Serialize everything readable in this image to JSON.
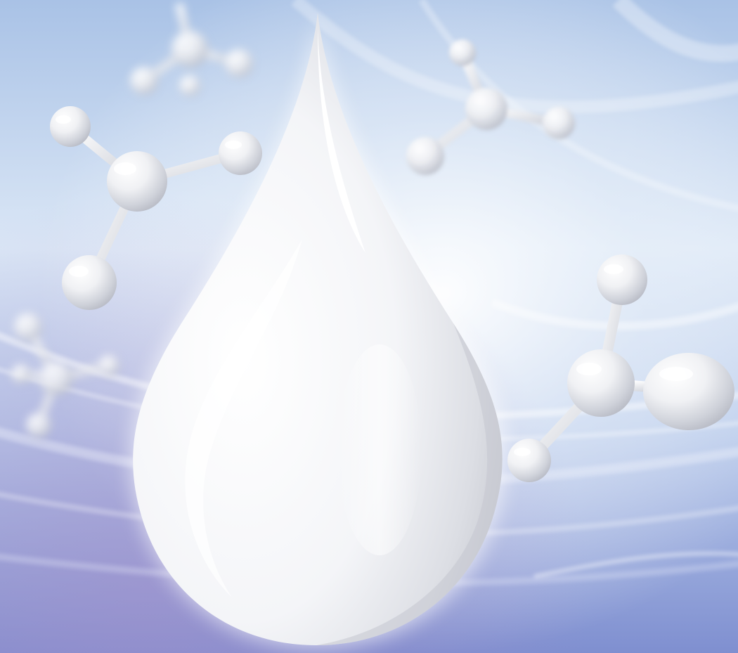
{
  "scene": {
    "subject": "milk-drop",
    "elements": [
      {
        "name": "milk-drop",
        "kind": "droplet"
      },
      {
        "name": "molecule-top-left-blurred",
        "kind": "molecule"
      },
      {
        "name": "molecule-top-right-blurred",
        "kind": "molecule"
      },
      {
        "name": "molecule-left",
        "kind": "molecule"
      },
      {
        "name": "molecule-left-blurred",
        "kind": "molecule"
      },
      {
        "name": "molecule-right",
        "kind": "molecule"
      }
    ]
  },
  "colors": {
    "sky_top": "#a9c2e6",
    "sky_mid": "#dbe7f6",
    "sky_bottom": "#7f8fd0",
    "lavender": "#a58ec9",
    "drop_light": "#ffffff",
    "drop_shadow": "#c9cbd2",
    "sphere_light": "#ffffff",
    "sphere_shadow": "#b9bcc6"
  }
}
